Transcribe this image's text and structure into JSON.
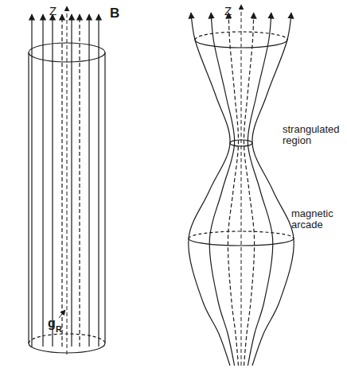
{
  "diagram": {
    "labels": [
      "Z",
      "B",
      "g",
      "R",
      "Z",
      "strangulated region",
      "magnetic arcade"
    ]
  }
}
